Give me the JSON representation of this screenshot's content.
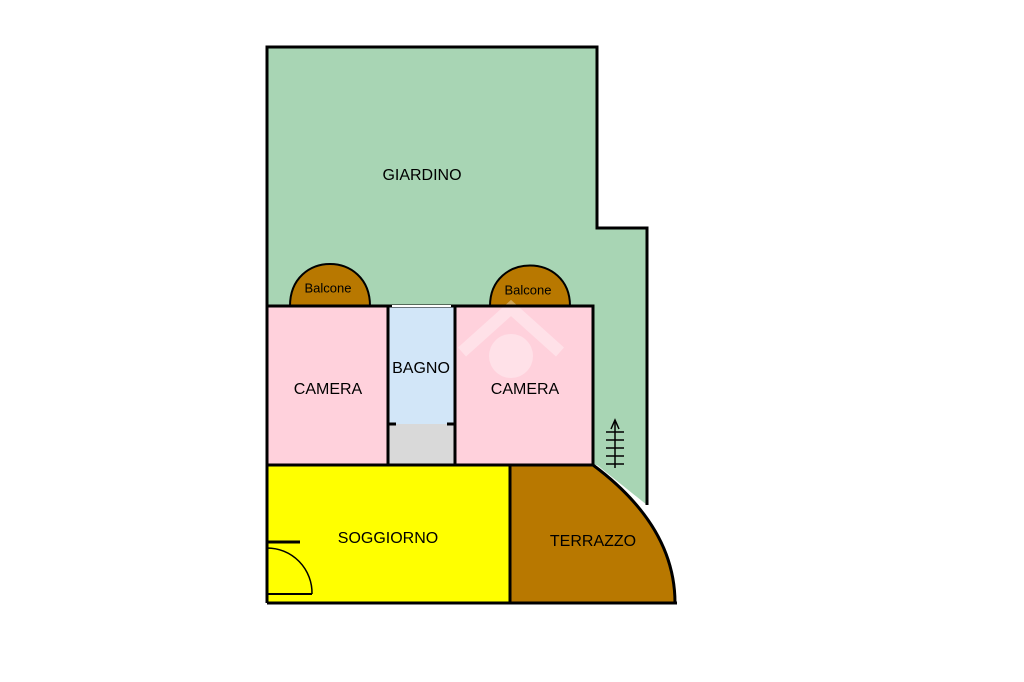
{
  "rooms": {
    "giardino": "GIARDINO",
    "camera_left": "CAMERA",
    "bagno": "BAGNO",
    "camera_right": "CAMERA",
    "soggiorno": "SOGGIORNO",
    "terrazzo": "TERRAZZO",
    "balcone_left": "Balcone",
    "balcone_right": "Balcone"
  },
  "colors": {
    "garden": "#a8d5b4",
    "bedroom": "#ffd1dc",
    "bathroom": "#d2e6f8",
    "hall": "#d9d9d9",
    "living": "#ffff00",
    "terrace": "#b87800",
    "balcony": "#b87800",
    "wall": "#000000"
  },
  "icons": {
    "stair": "staircase-icon",
    "door": "door-swing-icon",
    "watermark": "house-watermark-icon"
  }
}
